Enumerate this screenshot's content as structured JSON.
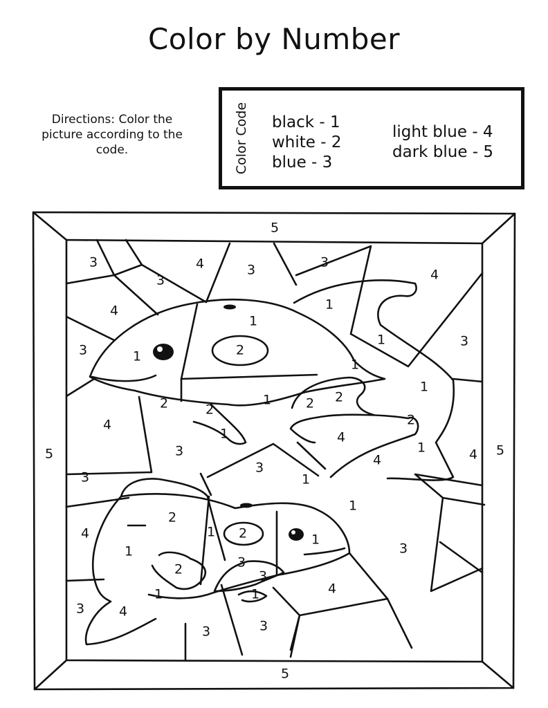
{
  "title": "Color by Number",
  "directions": "Directions: Color the picture according to the code.",
  "color_code": {
    "heading": "Color Code",
    "items": [
      "black - 1",
      "white - 2",
      "blue - 3",
      "light blue - 4",
      "dark blue - 5"
    ]
  },
  "regions": [
    {
      "n": "5"
    },
    {
      "n": "5"
    },
    {
      "n": "5"
    },
    {
      "n": "5"
    },
    {
      "n": "3"
    },
    {
      "n": "3"
    },
    {
      "n": "4"
    },
    {
      "n": "3"
    },
    {
      "n": "3"
    },
    {
      "n": "4"
    },
    {
      "n": "4"
    },
    {
      "n": "1"
    },
    {
      "n": "1"
    },
    {
      "n": "1"
    },
    {
      "n": "3"
    },
    {
      "n": "3"
    },
    {
      "n": "1"
    },
    {
      "n": "2"
    },
    {
      "n": "1"
    },
    {
      "n": "1"
    },
    {
      "n": "2"
    },
    {
      "n": "2"
    },
    {
      "n": "1"
    },
    {
      "n": "2"
    },
    {
      "n": "2"
    },
    {
      "n": "4"
    },
    {
      "n": "2"
    },
    {
      "n": "1"
    },
    {
      "n": "1"
    },
    {
      "n": "4"
    },
    {
      "n": "3"
    },
    {
      "n": "4"
    },
    {
      "n": "3"
    },
    {
      "n": "3"
    },
    {
      "n": "1"
    },
    {
      "n": "4"
    },
    {
      "n": "1"
    },
    {
      "n": "2"
    },
    {
      "n": "1"
    },
    {
      "n": "4"
    },
    {
      "n": "1"
    },
    {
      "n": "3"
    },
    {
      "n": "2"
    },
    {
      "n": "1"
    },
    {
      "n": "2"
    },
    {
      "n": "3"
    },
    {
      "n": "3"
    },
    {
      "n": "1"
    },
    {
      "n": "1"
    },
    {
      "n": "4"
    },
    {
      "n": "3"
    },
    {
      "n": "4"
    },
    {
      "n": "3"
    },
    {
      "n": "3"
    }
  ]
}
